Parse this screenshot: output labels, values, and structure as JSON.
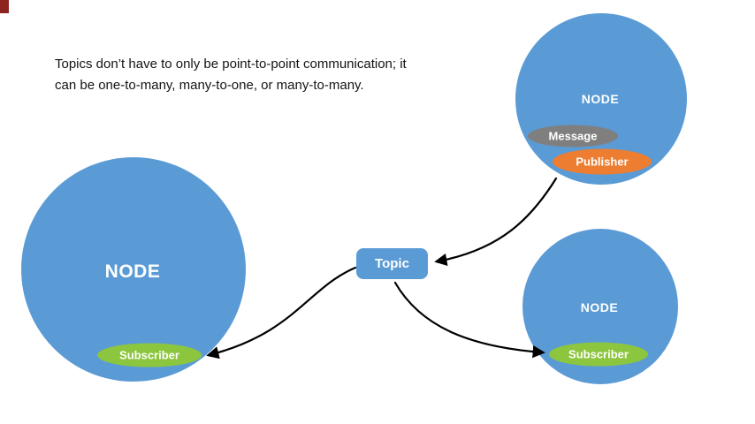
{
  "caption": {
    "line1": "Topics don’t have to only be point-to-point communication; it",
    "line2": "can be one-to-many, many-to-one, or many-to-many."
  },
  "topic": {
    "label": "Topic"
  },
  "nodes": {
    "left": {
      "label": "NODE",
      "subscriber": "Subscriber"
    },
    "top_right": {
      "label": "NODE",
      "message": "Message",
      "publisher": "Publisher"
    },
    "bottom_right": {
      "label": "NODE",
      "subscriber": "Subscriber"
    }
  },
  "edges": [
    {
      "from": "publisher-top-right",
      "to": "topic"
    },
    {
      "from": "topic",
      "to": "subscriber-left"
    },
    {
      "from": "topic",
      "to": "subscriber-bottom-right"
    }
  ],
  "colors": {
    "node_blue": "#5B9BD5",
    "subscriber_green": "#8CC63E",
    "publisher_orange": "#ED7D31",
    "message_gray": "#7F7F7F",
    "arrow_black": "#000000",
    "corner_mark_red": "#8E2420"
  }
}
